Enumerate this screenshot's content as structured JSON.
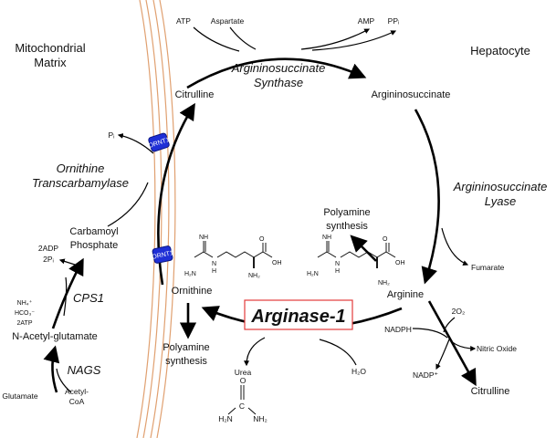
{
  "compartments": {
    "mito": "Mitochondrial",
    "matrix": "Matrix",
    "hepatocyte": "Hepatocyte"
  },
  "metabolites": {
    "citrulline": "Citrulline",
    "argininosuccinate": "Argininosuccinate",
    "arginine": "Arginine",
    "ornithine": "Ornithine",
    "carbamoyl1": "Carbamoyl",
    "carbamoyl2": "Phosphate",
    "nag": "N-Acetyl-glutamate",
    "citrulline2": "Citrulline",
    "nitric_oxide": "Nitric Oxide",
    "fumarate": "Fumarate",
    "glutamate": "Glutamate",
    "acetyl1": "Acetyl-",
    "acetyl2": "CoA",
    "urea": "Urea",
    "h2o": "H₂O",
    "atp": "ATP",
    "aspartate": "Aspartate",
    "amp": "AMP",
    "ppi": "PPᵢ",
    "pi": "Pᵢ",
    "adp1": "2ADP",
    "adp2": "2Pᵢ",
    "nh4": "NH₄⁺",
    "hco3": "HCO₃⁻",
    "atp2": "2ATP",
    "nadph": "NADPH",
    "nadp": "NADP⁺",
    "o2": "2O₂"
  },
  "enzymes": {
    "ass1": "Argininosuccinate",
    "ass2": "Synthase",
    "asl1": "Argininosuccinate",
    "asl2": "Lyase",
    "otc1": "Ornithine",
    "otc2": "Transcarbamylase",
    "cps1": "CPS1",
    "nags": "NAGS",
    "arginase": "Arginase-1"
  },
  "polyamine": {
    "top1": "Polyamine",
    "top2": "synthesis",
    "bot1": "Polyamine",
    "bot2": "synthesis"
  },
  "transporter": "ORNT1",
  "structures": {
    "imine_nh": "NH",
    "h2n": "H₂N",
    "nh_link": "N",
    "h_link": "H",
    "oh": "OH",
    "o": "O",
    "nh2": "NH₂",
    "urea_o": "O",
    "urea_c": "C",
    "urea_h2n": "H₂N",
    "urea_nh2": "NH₂"
  },
  "colors": {
    "membrane": "#e0a070",
    "transporter": "#1f2fd6",
    "arginase_box": "#e23b3b"
  }
}
